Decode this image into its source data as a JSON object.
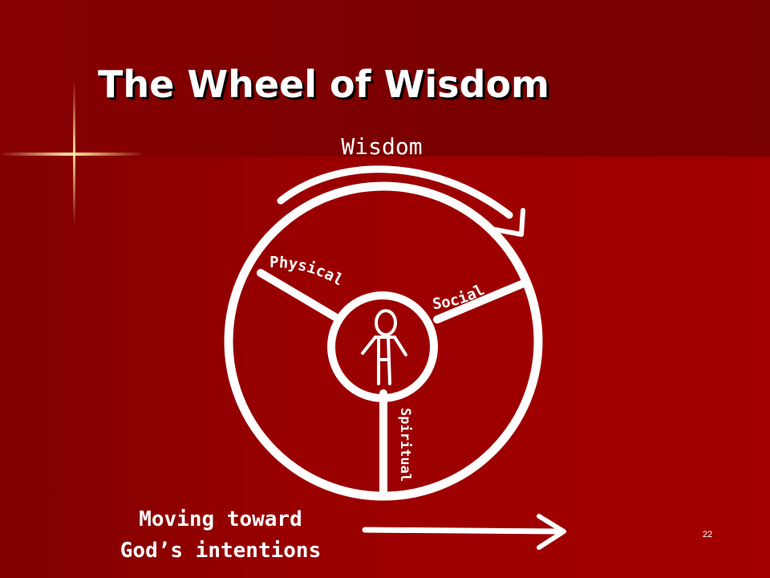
{
  "slide": {
    "title": "The Wheel of Wisdom",
    "page_number": "22"
  },
  "diagram": {
    "top_label": "Wisdom",
    "segments": [
      "Physical",
      "Social",
      "Spiritual"
    ],
    "caption_line1": "Moving toward",
    "caption_line2": "God’s intentions"
  },
  "colors": {
    "background": "#8b0000",
    "foreground": "#ffffff"
  }
}
